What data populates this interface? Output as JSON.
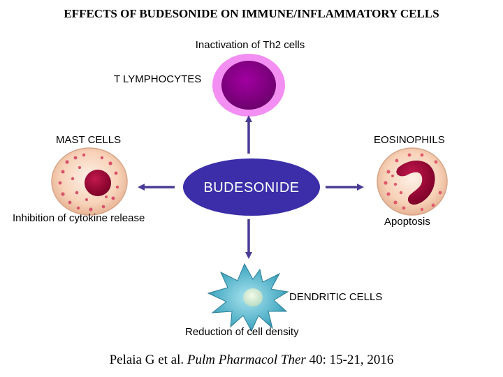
{
  "title": "EFFECTS OF BUDESONIDE ON IMMUNE/INFLAMMATORY CELLS",
  "labels": {
    "th2": "Inactivation of Th2 cells",
    "tlymph": "T  LYMPHOCYTES",
    "mast": "MAST CELLS",
    "eosin": "EOSINOPHILS",
    "center": "BUDESONIDE",
    "cytokine": "Inhibition of cytokine release",
    "apoptosis": "Apoptosis",
    "dendritic": "DENDRITIC CELLS",
    "density": "Reduction of cell density"
  },
  "citation": {
    "authors": "Pelaia G et al.",
    "journal": "Pulm Pharmacol Ther",
    "ref": "40: 15-21, 2016"
  },
  "colors": {
    "arrow": "#4b3b96",
    "center_fill": "#3b2ea8",
    "t_cell_outer": "#f38ef2",
    "t_cell_nucleus": "#8a008a",
    "granulocyte_fill": "#f9dcc4",
    "granulocyte_nucleus": "#a0103a",
    "dendritic": "#58b9d0"
  }
}
